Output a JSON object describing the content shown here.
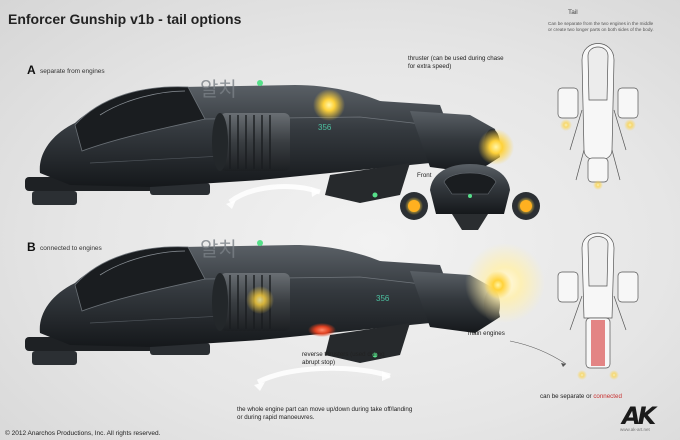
{
  "title": "Enforcer Gunship v1b - tail options",
  "section_a": {
    "letter": "A",
    "label": "separate from engines"
  },
  "section_b": {
    "letter": "B",
    "label": "connected to engines"
  },
  "notes": {
    "thruster": [
      "thruster (can be used during chase",
      "for extra speed)"
    ],
    "front": "Front",
    "main_engines": "main engines",
    "reverse_thrusters": [
      "reverse thrusters (used during",
      "abrupt stop)"
    ],
    "movement": [
      "the whole engine part can move up/down during take off/landing",
      "or during rapid manoeuvres."
    ]
  },
  "hull_markings": {
    "korean": "알치",
    "number": "356"
  },
  "tail": {
    "heading": "Tail",
    "description": [
      "Can be separate from the two engines in the middle",
      "or create two longer parts on both sides of the body."
    ],
    "caption_prefix": "can be separate or ",
    "caption_highlight": "connected"
  },
  "copyright": "© 2012 Anarchos Productions, Inc. All rights reserved.",
  "logo": "AK",
  "website": "www.ak-art.net",
  "colors": {
    "highlight_red": "#c83030",
    "engine_glow": "#ffd23a",
    "hull_dark": "#2e3236"
  }
}
